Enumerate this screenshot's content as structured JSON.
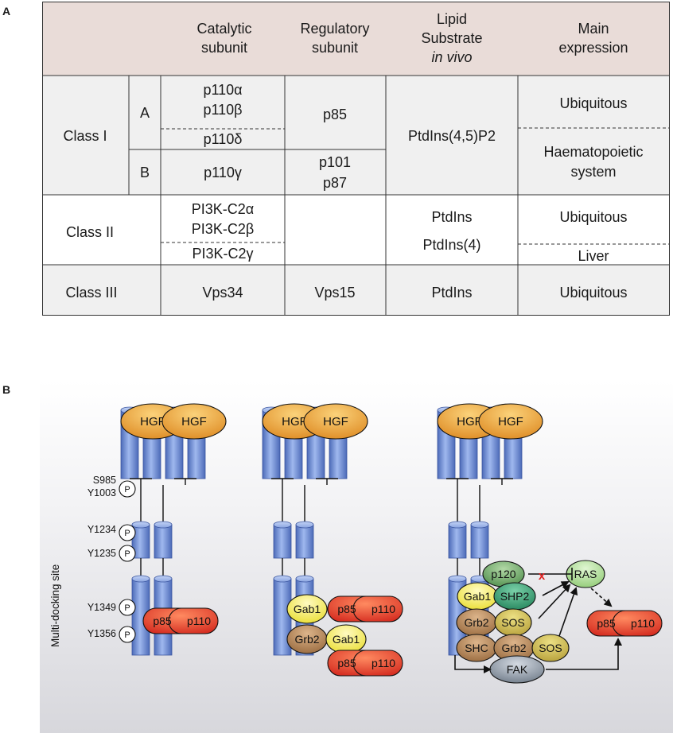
{
  "panel_a": {
    "label": "A",
    "header": {
      "catalytic": [
        "Catalytic",
        "subunit"
      ],
      "regulatory": [
        "Regulatory",
        "subunit"
      ],
      "lipid": [
        "Lipid",
        "Substrate",
        "in vivo"
      ],
      "expression": [
        "Main",
        "expression"
      ]
    },
    "class1": {
      "name": "Class  I",
      "sub_a": "A",
      "sub_b": "B",
      "cat_alpha": "p110α",
      "cat_beta": "p110β",
      "cat_delta": "p110δ",
      "cat_gamma": "p110γ",
      "reg_a": "p85",
      "reg_b1": "p101",
      "reg_b2": "p87",
      "lipid": "PtdIns(4,5)P2",
      "expr_a": "Ubiquitous",
      "expr_b": [
        "Haematopoietic",
        "system"
      ]
    },
    "class2": {
      "name": "Class  II",
      "cat_alpha": "PI3K-C2α",
      "cat_beta": "PI3K-C2β",
      "cat_gamma": "PI3K-C2γ",
      "lipid1": "PtdIns",
      "lipid2": "PtdIns(4)",
      "expr1": "Ubiquitous",
      "expr2": "Liver"
    },
    "class3": {
      "name": "Class  III",
      "cat": "Vps34",
      "reg": "Vps15",
      "lipid": "PtdIns",
      "expr": "Ubiquitous"
    }
  },
  "panel_b": {
    "label": "B",
    "hgf": "HGF",
    "hgf_clipped": "HGF",
    "site_label": "Multi-docking site",
    "sites": [
      "S985",
      "Y1003",
      "Y1234",
      "Y1235",
      "Y1349",
      "Y1356"
    ],
    "p": "P",
    "p85": "p85",
    "p110": "p110",
    "gab1": "Gab1",
    "grb2": "Grb2",
    "shp2": "SHP2",
    "sos": "SOS",
    "shc": "SHC",
    "p120": "p120",
    "ras": "RAS",
    "fak": "FAK",
    "x_mark": "x",
    "colors": {
      "hgf": "#f0a53a",
      "receptor": "#6f8fcf",
      "p85": "#e0382a",
      "gab1": "#f2ea4a",
      "grb2": "#a87a4e",
      "sos": "#c8b24c",
      "shp2": "#2e9a6e",
      "p120": "#5e9a5a",
      "ras": "#a6d88a",
      "fak": "#7e8a98",
      "x": "#e02020"
    }
  }
}
